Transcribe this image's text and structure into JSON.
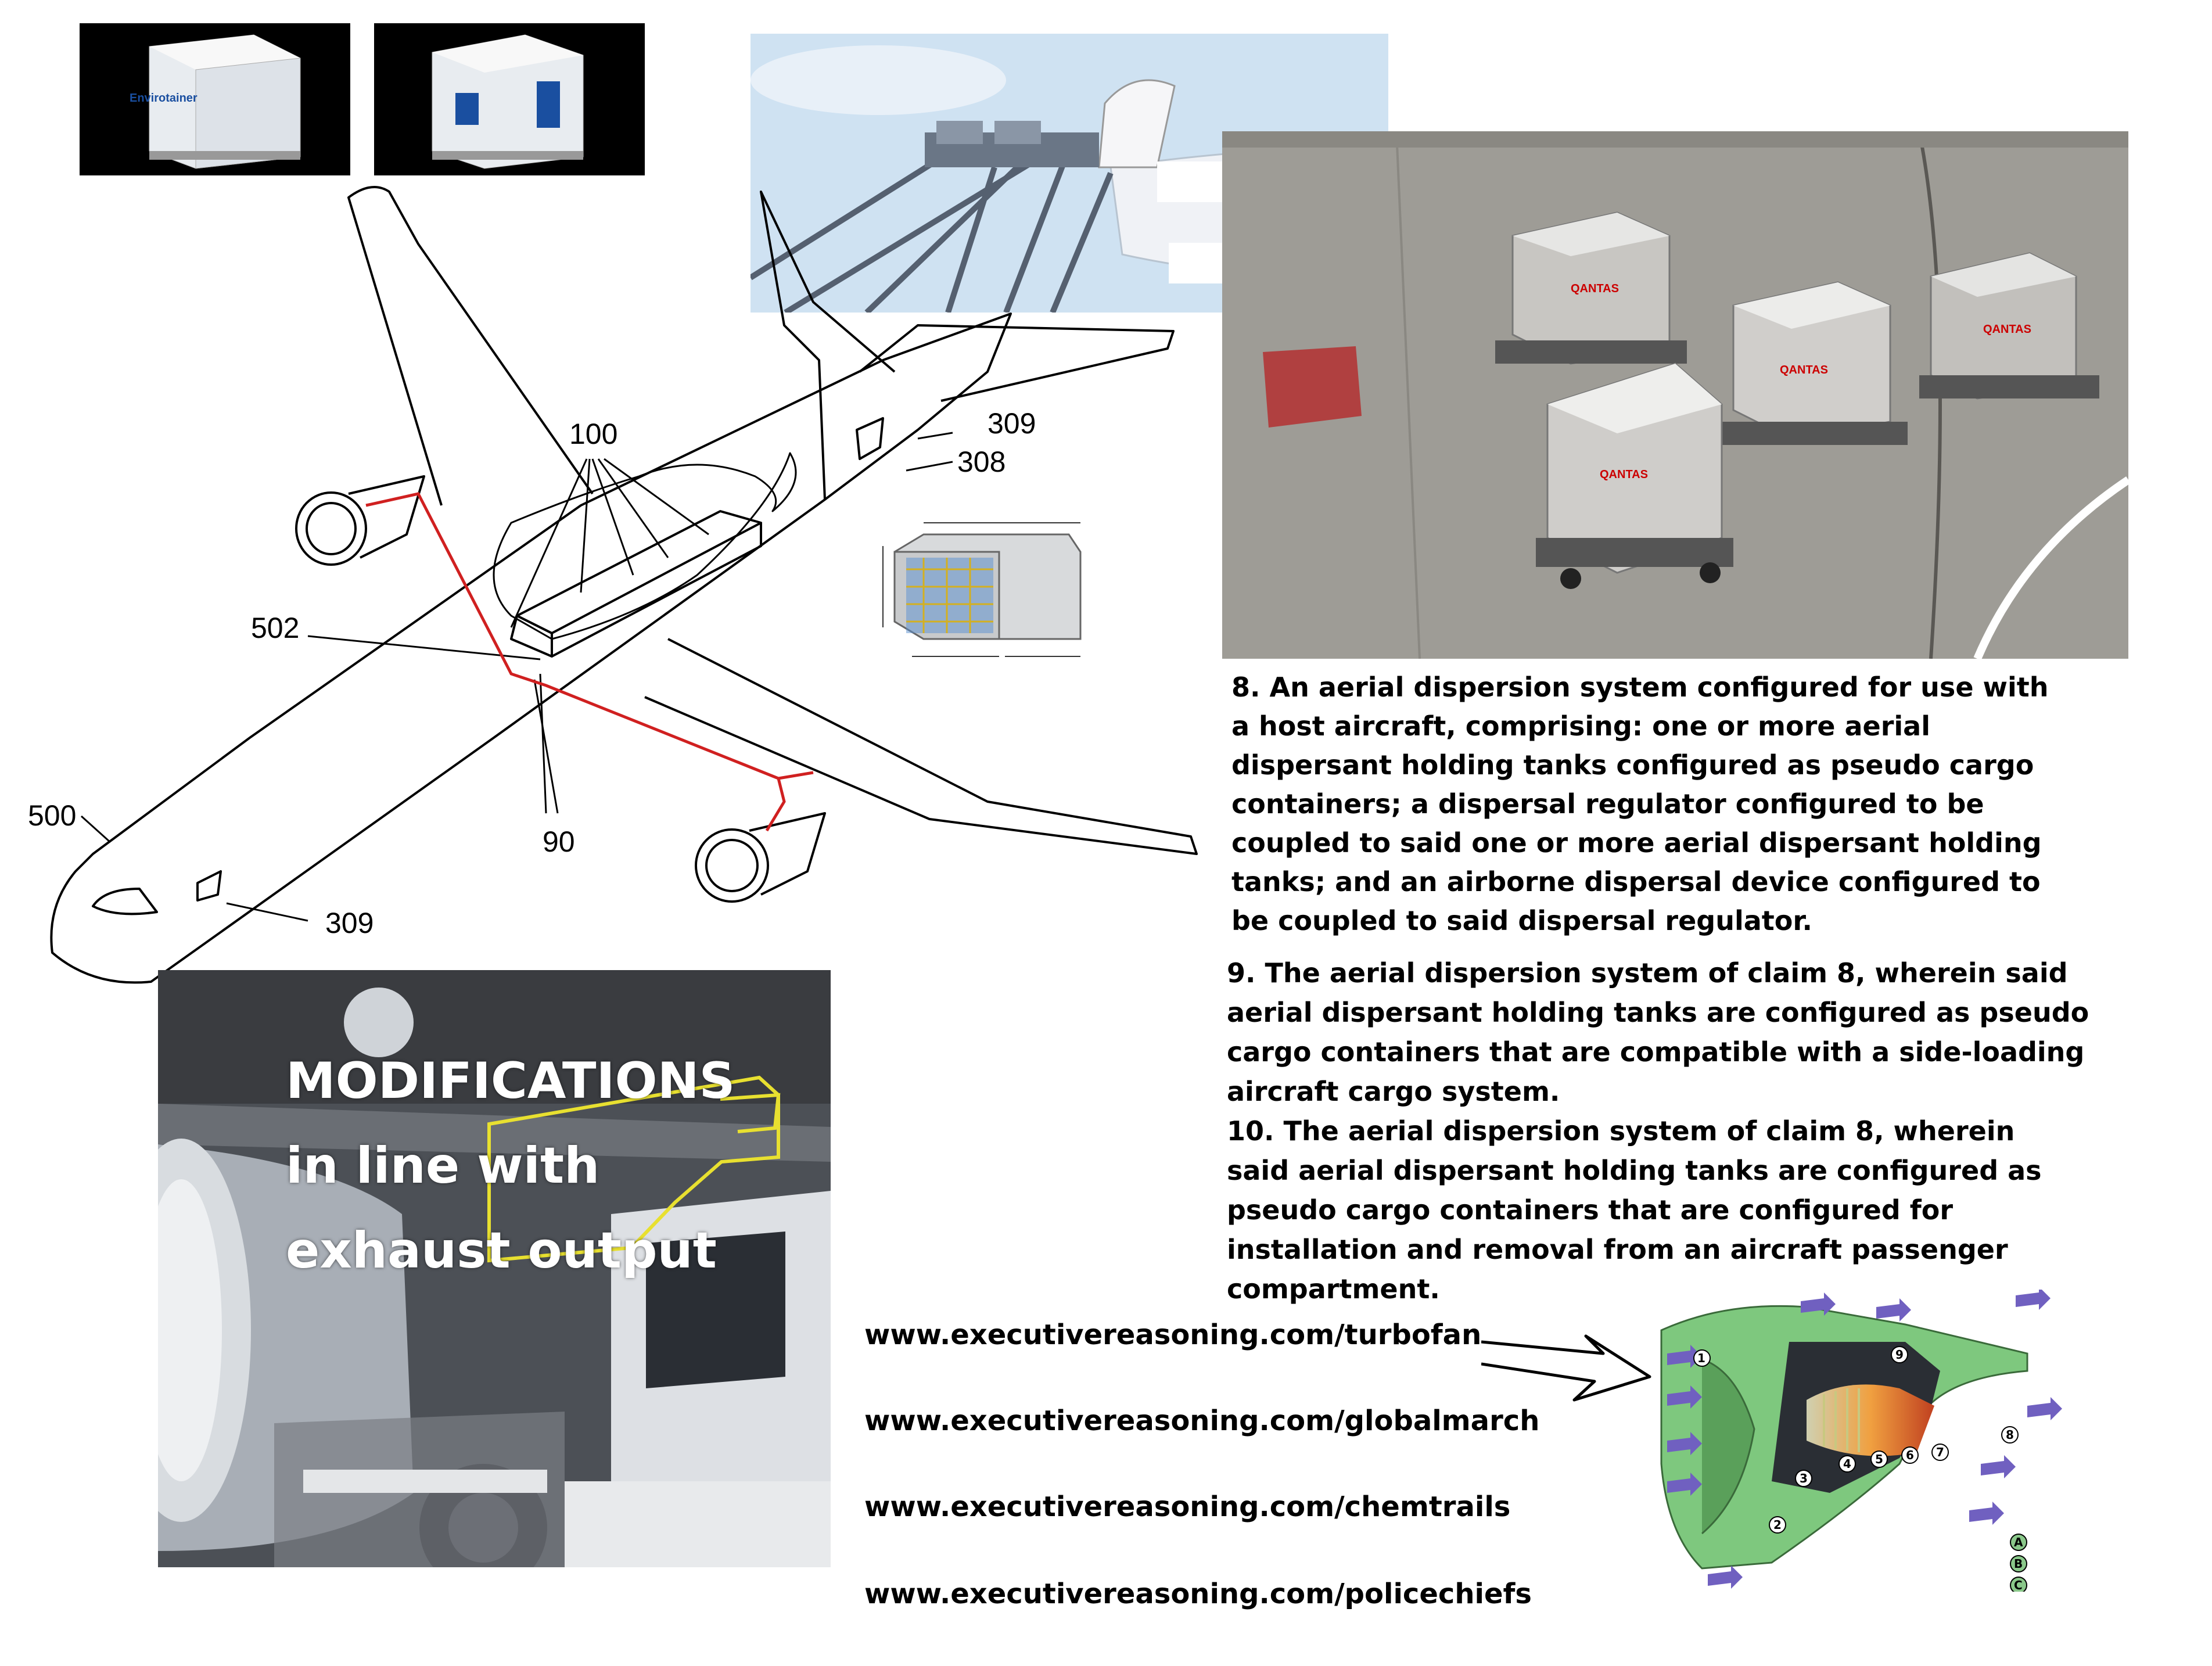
{
  "patent_labels": {
    "l100": "100",
    "l309_top": "309",
    "l308": "308",
    "l502": "502",
    "l500": "500",
    "l90": "90",
    "l309_bottom": "309"
  },
  "container_brand": "Envirotainer",
  "cargo_brand": "QANTAS",
  "overlay_text": "MODIFICATIONS\nin line with\nexhaust output",
  "claims": [
    "8. An aerial dispersion system configured for use with\na host aircraft, comprising: one or more aerial\ndispersant holding tanks configured as pseudo cargo\ncontainers; a dispersal regulator configured to be\ncoupled to said one or more aerial dispersant holding\ntanks; and an airborne dispersal device configured to\nbe coupled to said dispersal regulator.",
    "9. The aerial dispersion system of claim 8, wherein said\naerial dispersant holding tanks are configured as pseudo\ncargo containers that are compatible with a side-loading\naircraft cargo system.",
    "10. The aerial dispersion system of claim 8, wherein\nsaid aerial dispersant holding tanks are configured as\npseudo cargo containers that are configured for\ninstallation and removal from an aircraft passenger\ncompartment."
  ],
  "links": [
    "www.executivereasoning.com/turbofan",
    "www.executivereasoning.com/globalmarch",
    "www.executivereasoning.com/chemtrails",
    "www.executivereasoning.com/policechiefs"
  ],
  "engine_numbers": [
    "1",
    "2",
    "3",
    "4",
    "5",
    "6",
    "7",
    "8",
    "9"
  ],
  "engine_legend": [
    "A",
    "B",
    "C"
  ],
  "colors": {
    "engine_casing": "#7ec87e",
    "engine_core": "#f0a040",
    "flow_arrow": "#7060c0",
    "highlight_yellow": "#e8e030",
    "fuel_line_red": "#d02020"
  }
}
